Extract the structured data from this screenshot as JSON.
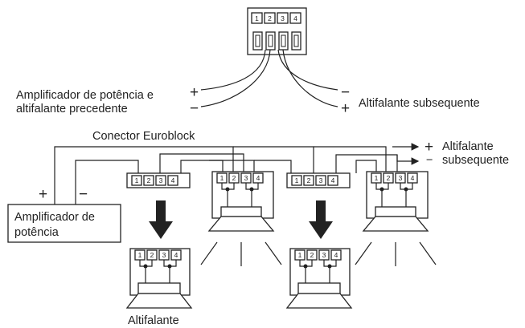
{
  "labels": {
    "amp_line1": "Amplificador de potência e",
    "amp_line2": "altifalante precedente",
    "subsequent_top": "Altifalante subsequente",
    "connector": "Conector Euroblock",
    "right_line1": "Altifalante",
    "right_line2": "subsequente",
    "amplifier_line1": "Amplificador de",
    "amplifier_line2": "potência",
    "speaker": "Altifalante"
  },
  "polarity": {
    "plus": "+",
    "minus": "−"
  },
  "terminals": [
    "1",
    "2",
    "3",
    "4"
  ]
}
